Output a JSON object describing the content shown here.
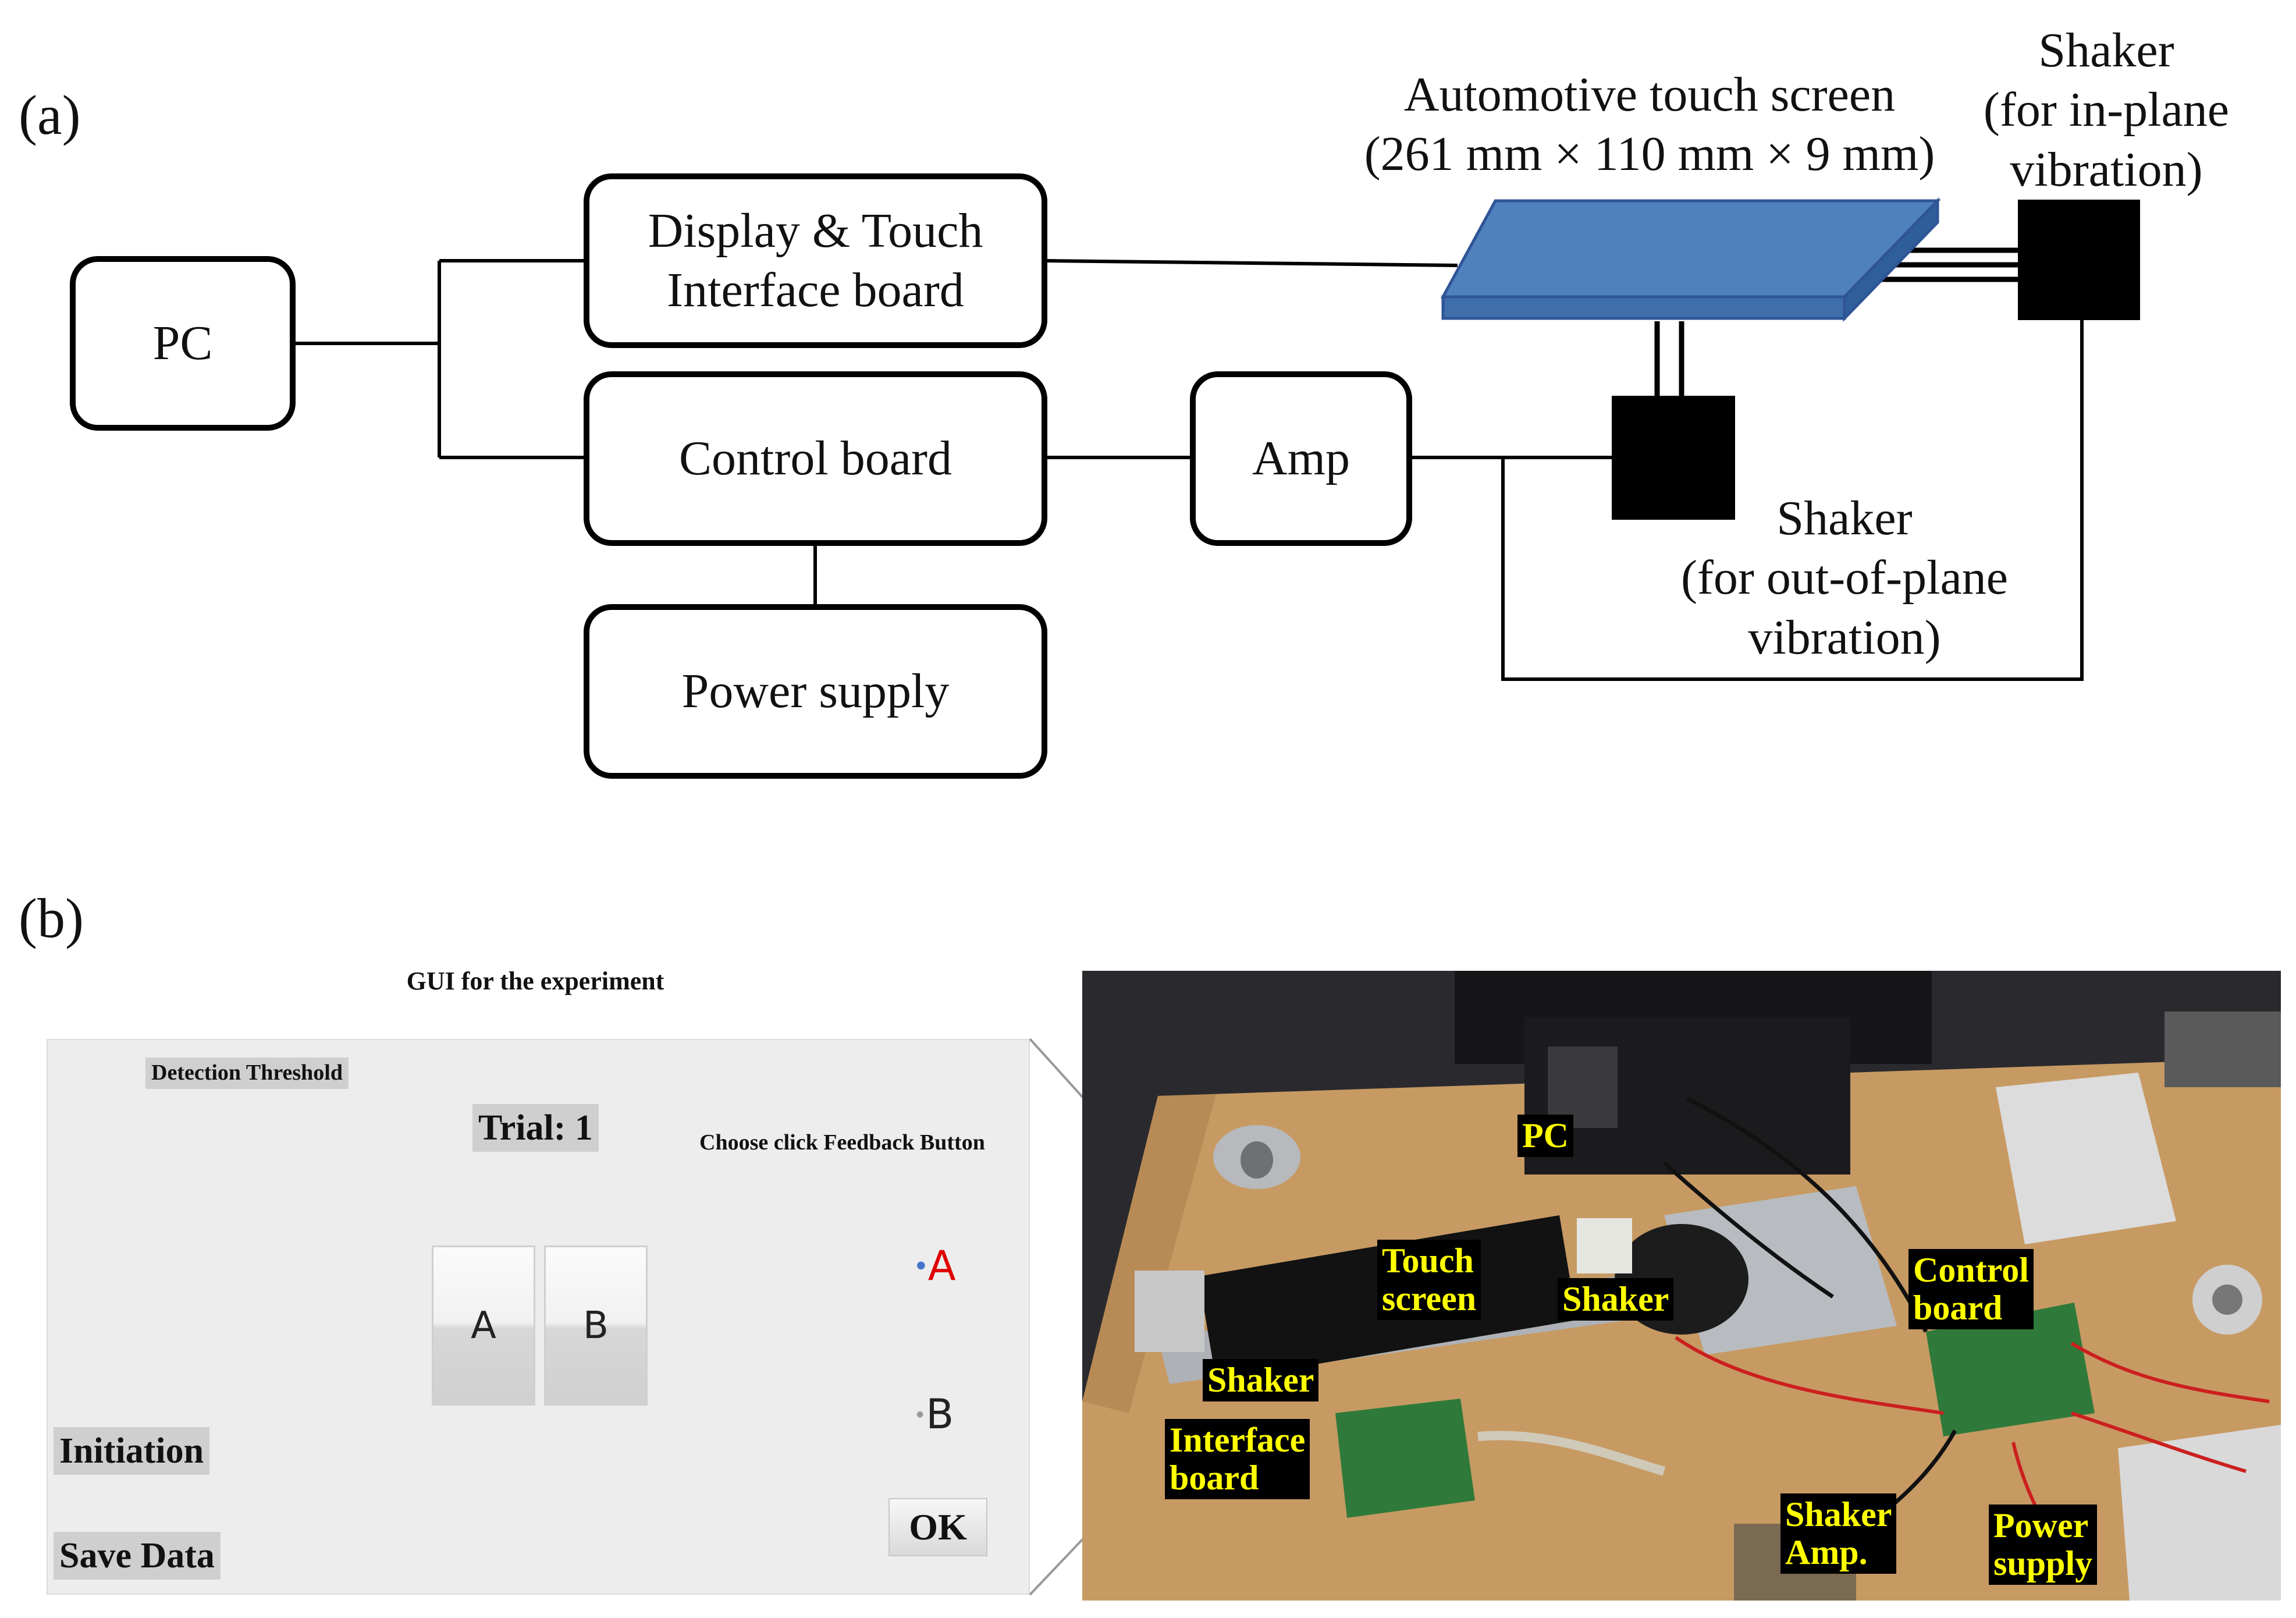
{
  "panel_a": {
    "label": "(a)",
    "blocks": {
      "pc": "PC",
      "display_touch": "Display & Touch\nInterface board",
      "control": "Control board",
      "power": "Power supply",
      "amp": "Amp"
    },
    "touch_screen_caption": "Automotive touch screen\n(261 mm × 110 mm × 9 mm)",
    "shaker_in_plane_caption": "Shaker\n(for in-plane\nvibration)",
    "shaker_out_plane_caption": "Shaker\n(for out-of-plane\nvibration)",
    "colors": {
      "screen_fill": "#4f81bd",
      "screen_edge": "#2f5597",
      "shaker": "#000000"
    }
  },
  "panel_b": {
    "label": "(b)",
    "gui": {
      "title": "GUI for the experiment",
      "mode_label": "Detection Threshold",
      "trial_label": "Trial: 1",
      "choose_label": "Choose click Feedback Button",
      "button_a": "A",
      "button_b": "B",
      "radio_a": "A",
      "radio_b": "B",
      "radio_a_color": "#e00000",
      "initiation_label": "Initiation",
      "save_label": "Save Data",
      "ok_label": "OK"
    },
    "photo_labels": {
      "pc": "PC",
      "touch_screen": "Touch\nscreen",
      "shaker_top": "Shaker",
      "control_board": "Control\nboard",
      "shaker_left": "Shaker",
      "interface_board": "Interface\nboard",
      "shaker_amp": "Shaker\nAmp.",
      "power_supply": "Power\nsupply"
    },
    "photo_label_color": "#ffff00"
  }
}
